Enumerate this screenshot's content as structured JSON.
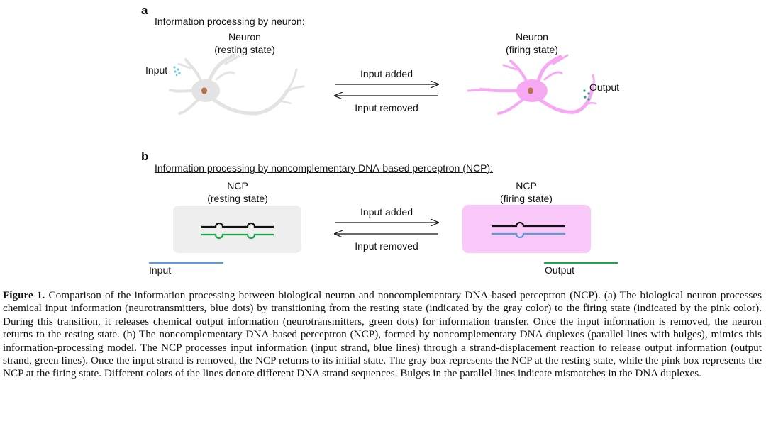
{
  "panel_a": {
    "letter": "a",
    "heading": "Information processing by neuron:",
    "left_title_line1": "Neuron",
    "left_title_line2": "(resting state)",
    "right_title_line1": "Neuron",
    "right_title_line2": "(firing state)",
    "input_label": "Input",
    "output_label": "Output",
    "forward_arrow_label": "Input added",
    "reverse_arrow_label": "Input removed"
  },
  "panel_b": {
    "letter": "b",
    "heading": "Information processing by noncomplementary DNA-based perceptron (NCP):",
    "left_title_line1": "NCP",
    "left_title_line2": "(resting state)",
    "right_title_line1": "NCP",
    "right_title_line2": "(firing state)",
    "forward_arrow_label": "Input added",
    "reverse_arrow_label": "Input removed",
    "input_label": "Input",
    "output_label": "Output"
  },
  "colors": {
    "neuron_resting": "#e6e6e6",
    "neuron_firing": "#f7a8f2",
    "nucleus": "#b5714e",
    "input_dots": "#72c7ee",
    "output_dots": "#2e9e7c",
    "resting_box": "#eeeeee",
    "firing_box": "#fac8f8",
    "strand_black": "#111111",
    "strand_green": "#1aa84a",
    "strand_blue": "#5b9bd5"
  },
  "caption": {
    "label": "Figure 1.",
    "text": "Comparison of the information processing between biological neuron and noncomplementary DNA-based perceptron (NCP). (a) The biological neuron processes chemical input information (neurotransmitters, blue dots) by transitioning from the resting state (indicated by the gray color) to the firing state (indicated by the pink color). During this transition, it releases chemical output information (neurotransmitters, green dots) for information transfer. Once the input information is removed, the neuron returns to the resting state. (b) The noncomplementary DNA-based perceptron (NCP), formed by noncomplementary DNA duplexes (parallel lines with bulges), mimics this information-processing model. The NCP processes input information (input strand, blue lines) through a strand-displacement reaction to release output information (output strand, green lines). Once the input strand is removed, the NCP returns to its initial state. The gray box represents the NCP at the resting state, while the pink box represents the NCP at the firing state. Different colors of the lines denote different DNA strand sequences. Bulges in the parallel lines indicate mismatches in the DNA duplexes."
  }
}
